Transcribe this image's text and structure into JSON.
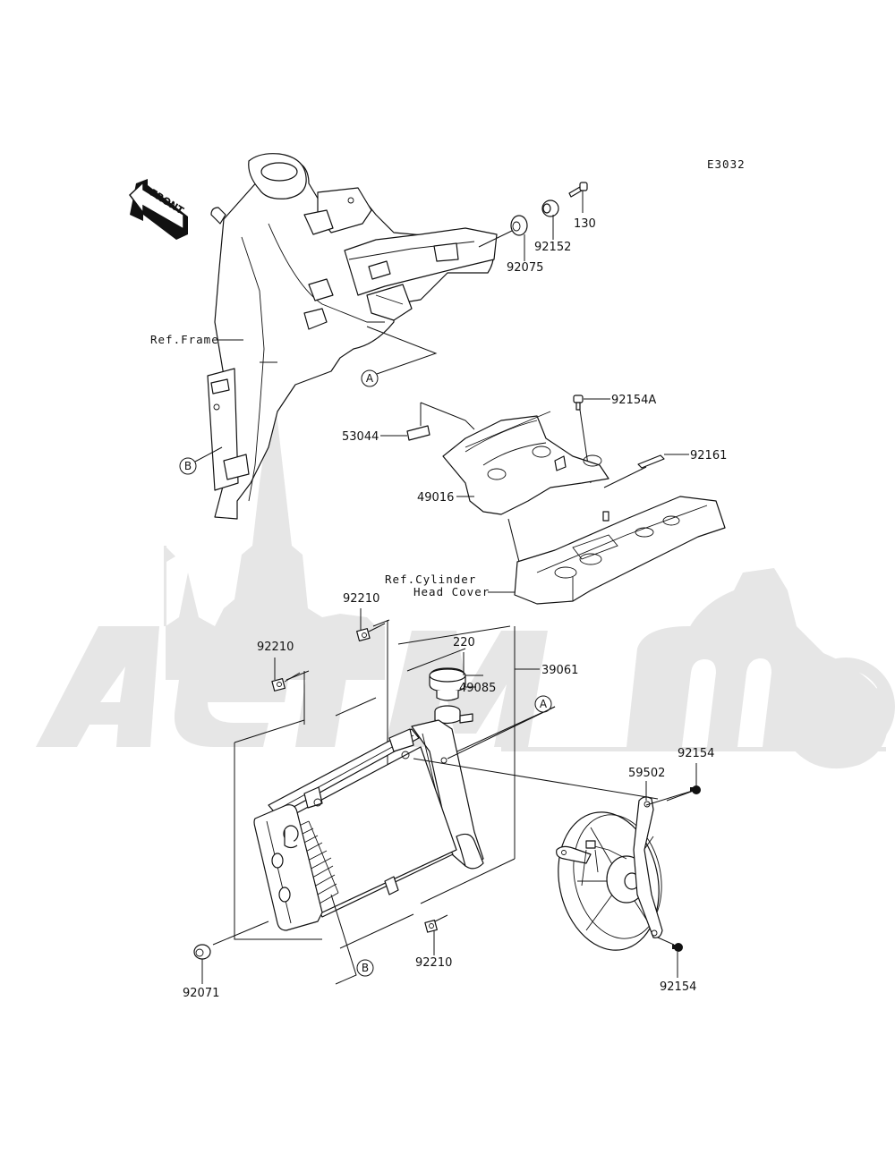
{
  "diagram": {
    "code": "E3032",
    "front_arrow": "FRONT",
    "watermark_text": "AeroMoto",
    "references": {
      "frame": "Ref.Frame",
      "cylinder_head_line1": "Ref.Cylinder",
      "cylinder_head_line2": "Head Cover"
    },
    "callouts": {
      "A": "A",
      "B": "B"
    },
    "parts": {
      "p130": "130",
      "p92152": "92152",
      "p92075": "92075",
      "p92154A": "92154A",
      "p53044": "53044",
      "p92161": "92161",
      "p49016": "49016",
      "p92210_top": "92210",
      "p92210_left": "92210",
      "p220": "220",
      "p39061": "39061",
      "p49085": "49085",
      "p59502": "59502",
      "p92154_top": "92154",
      "p92071": "92071",
      "p92210_bottom": "92210",
      "p92154_bottom": "92154"
    },
    "colors": {
      "ink": "#111111",
      "watermark": "#e6e6e6",
      "background": "#ffffff"
    }
  }
}
